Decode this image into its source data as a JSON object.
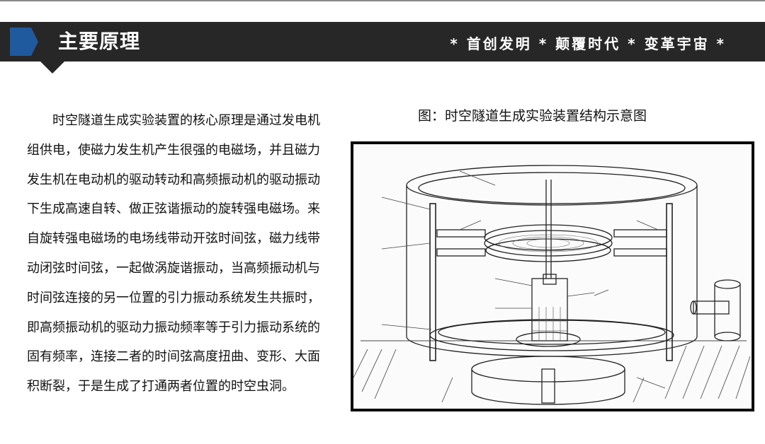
{
  "header": {
    "title": "主要原理",
    "slogan": "* 首创发明 * 颠覆时代 * 变革宇宙 *",
    "accent_color": "#1f5a9e",
    "bar_color": "#272727"
  },
  "body": {
    "lines": [
      "时空隧道生成实验装置的核心原理是通过发电机",
      "组供电，使磁力发生机产生很强的电磁场，并且磁力",
      "发生机在电动机的驱动转动和高频振动机的驱动振动",
      "下生成高速自转、做正弦谐振动的旋转强电磁场。来",
      "自旋转强电磁场的电场线带动开弦时间弦，磁力线带",
      "动闭弦时间弦，一起做涡旋谐振动，当高频振动机与",
      "时间弦连接的另一位置的引力振动系统发生共振时，",
      "即高频振动机的驱动力振动频率等于引力振动系统的",
      "固有频率，连接二者的时间弦高度扭曲、变形、大面",
      "积断裂，于是生成了打通两者位置的时空虫洞。"
    ]
  },
  "figure": {
    "caption": "图：时空隧道生成实验装置结构示意图"
  }
}
